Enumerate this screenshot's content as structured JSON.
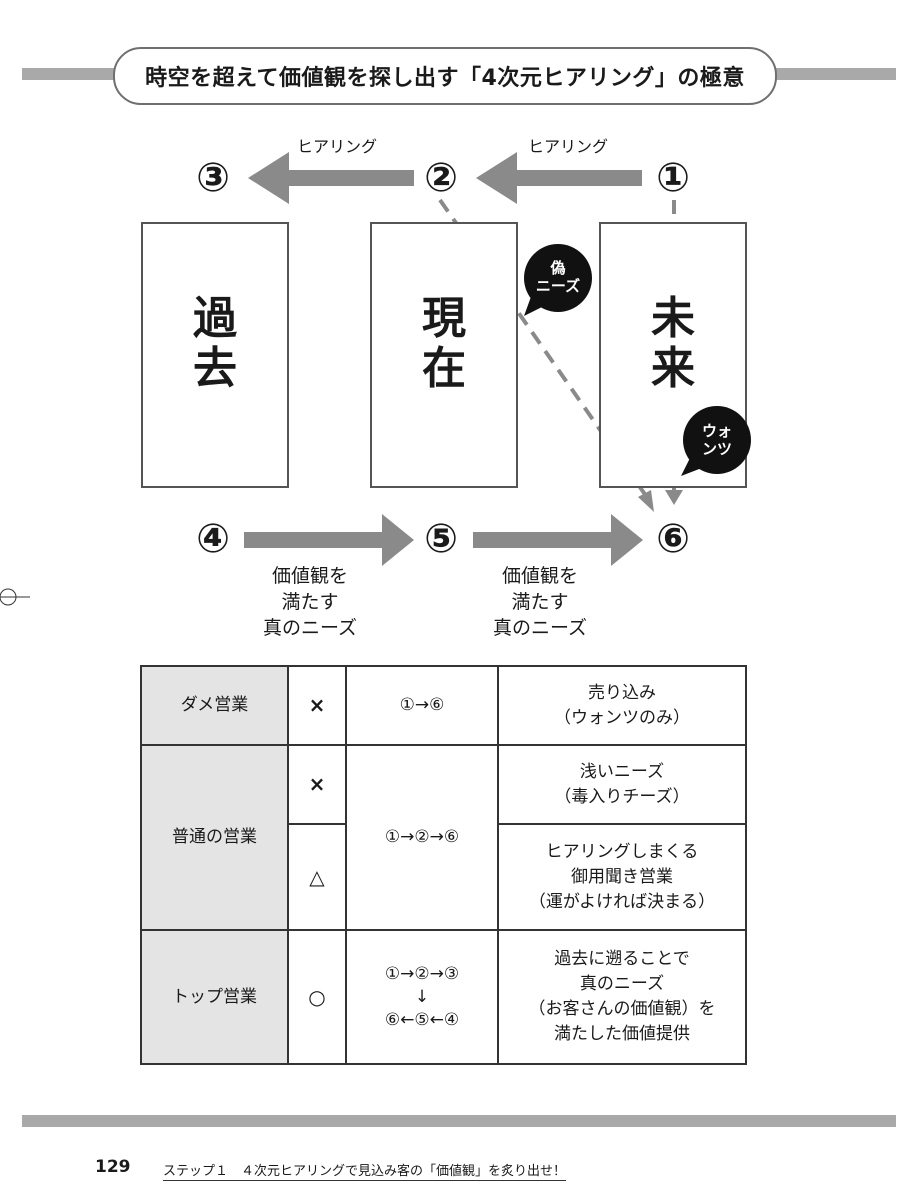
{
  "header": {
    "title": "時空を超えて価値観を探し出す「4次元ヒアリング」の極意"
  },
  "diagram": {
    "nodes": {
      "n1": "①",
      "n2": "②",
      "n3": "③",
      "n4": "④",
      "n5": "⑤",
      "n6": "⑥"
    },
    "top_arrow_labels": [
      "ヒアリング",
      "ヒアリング"
    ],
    "boxes": [
      "過\n去",
      "現\n在",
      "未\n来"
    ],
    "bubbles": {
      "fake_needs": "偽\nニーズ",
      "wants": "ウォ\nンツ"
    },
    "bottom_arrow_labels": [
      "価値観を\n満たす\n真のニーズ",
      "価値観を\n満たす\n真のニーズ"
    ]
  },
  "table": {
    "rows": [
      {
        "category": "ダメ営業",
        "mark": "×",
        "flow": "①→⑥",
        "result": "売り込み\n（ウォンツのみ）"
      },
      {
        "category": "普通の営業",
        "mark": "×",
        "flow": "①→②→⑥",
        "result": "浅いニーズ\n（毒入りチーズ）"
      },
      {
        "mark": "△",
        "result": "ヒアリングしまくる\n御用聞き営業\n（運がよければ決まる）"
      },
      {
        "category": "トップ営業",
        "mark": "○",
        "flow": "①→②→③\n↓\n⑥←⑤←④",
        "result": "過去に遡ることで\n真のニーズ\n（お客さんの価値観）を\n満たした価値提供"
      }
    ]
  },
  "footer": {
    "page_number": "129",
    "text": "ステップ１　４次元ヒアリングで見込み客の「価値観」を炙り出せ！"
  },
  "colors": {
    "band": "#a9a9a9",
    "arrow": "#8a8a8a",
    "bubble": "#111111"
  }
}
